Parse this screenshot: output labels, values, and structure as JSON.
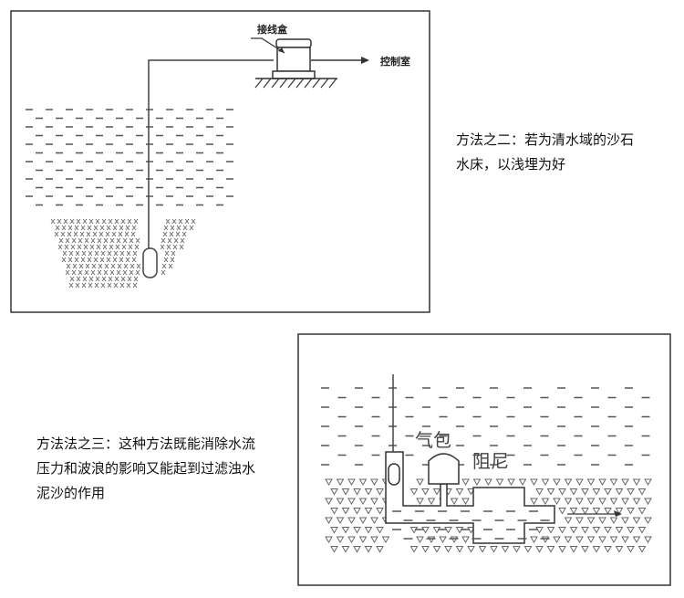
{
  "figure1": {
    "junction_box_label": "接线盒",
    "control_room_label": "控制室",
    "caption_lines": [
      "方法之二：若为清水域的沙石",
      "水床，以浅埋为好"
    ]
  },
  "figure2": {
    "air_bag_label": "气包",
    "damper_label": "阻尼",
    "caption_lines": [
      "方法法之三：这种方法既能消除水流",
      "压力和波浪的影响又能起到过滤浊水",
      "泥沙的作用"
    ]
  }
}
